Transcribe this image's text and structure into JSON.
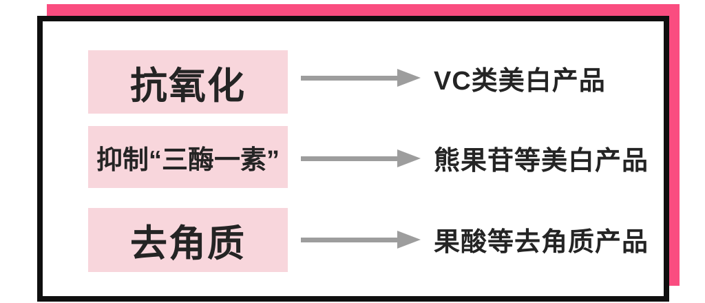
{
  "diagram": {
    "title_hint": "whitening-mechanism-to-product mapping",
    "rows": [
      {
        "label": "抗氧化",
        "result": "VC类美白产品"
      },
      {
        "label": "抑制“三酶一素”",
        "result": "熊果苷等美白产品"
      },
      {
        "label": "去角质",
        "result": "果酸等去角质产品"
      }
    ],
    "colors": {
      "backdrop_pink": "#fa4d80",
      "label_pink": "#f8d6dc",
      "arrow_gray": "#9d9d9d",
      "frame_black": "#0f0f0f",
      "text_black": "#242424"
    }
  }
}
